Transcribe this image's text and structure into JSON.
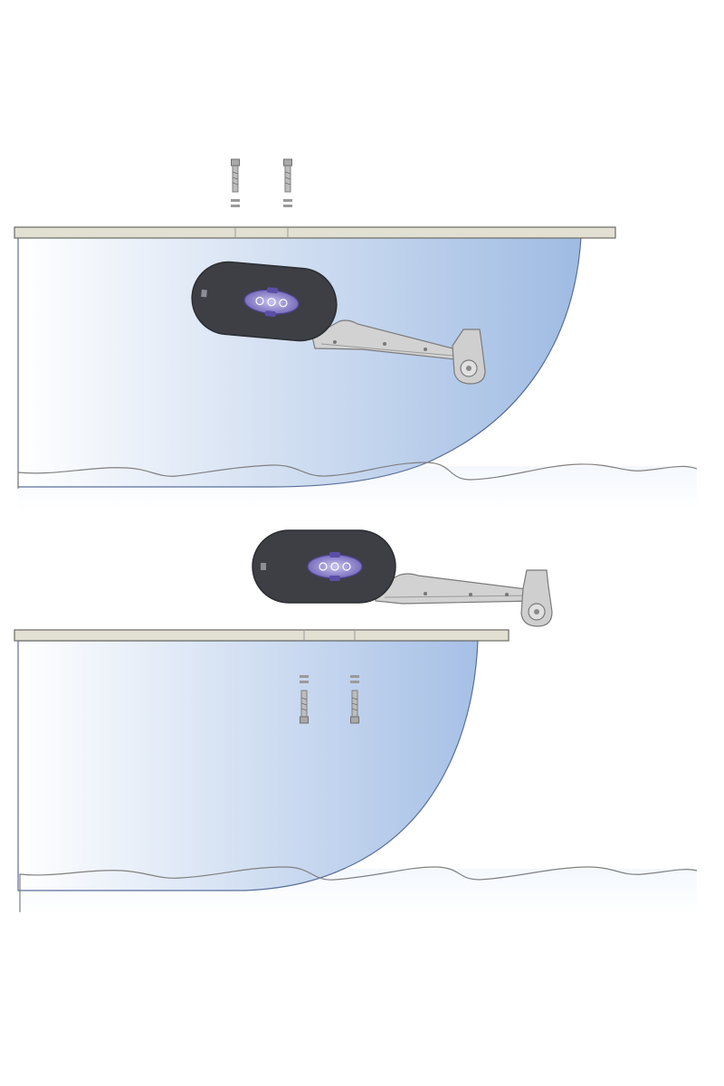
{
  "diagram": {
    "panels": [
      {
        "id": "mounted-below-deck",
        "state": "fender installed under deck edge, bolts being inserted from above"
      },
      {
        "id": "mounted-above-deck",
        "state": "fender swung over deck edge, bolts removed below"
      }
    ]
  },
  "colors": {
    "hull_light": "#ffffff",
    "hull_dark": "#9fbbe3",
    "hull_outline": "#5a6f9a",
    "deck": "#e2e0d2",
    "deck_outline": "#6a6a66",
    "fender": "#3d3f45",
    "fender_dark": "#2b2d31",
    "logo_plate": "#7064b8",
    "logo_plate_light": "#b9b2e6",
    "bracket": "#c8c8c8",
    "bracket_outline": "#7a7a7a",
    "water_line": "#808080",
    "water_tint": "#eef4fb",
    "bolt": "#9a9a9a"
  },
  "icons": {
    "bolt": "bolt-icon",
    "logo": "fender-logo-icon"
  }
}
